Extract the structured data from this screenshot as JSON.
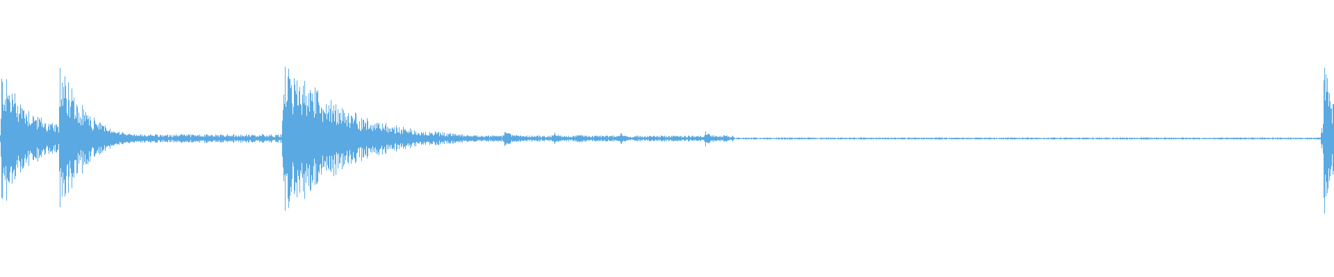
{
  "waveform": {
    "color": "#5aa9e2",
    "background": "#ffffff",
    "duration_fraction_note_removed": null,
    "onsets": [
      {
        "position": 0.0008,
        "peak": 0.82,
        "decay": 0.025
      },
      {
        "position": 0.0443,
        "peak": 1.0,
        "decay": 0.018
      },
      {
        "position": 0.0699,
        "peak": 0.18,
        "decay": 0.02
      },
      {
        "position": 0.2121,
        "peak": 0.96,
        "decay": 0.045
      },
      {
        "position": 0.2555,
        "peak": 0.12,
        "decay": 0.03
      },
      {
        "position": 0.3772,
        "peak": 0.1,
        "decay": 0.01
      },
      {
        "position": 0.4145,
        "peak": 0.08,
        "decay": 0.008
      },
      {
        "position": 0.4319,
        "peak": 0.08,
        "decay": 0.008
      },
      {
        "position": 0.4649,
        "peak": 0.07,
        "decay": 0.006
      },
      {
        "position": 0.5285,
        "peak": 0.11,
        "decay": 0.006
      },
      {
        "position": 0.5417,
        "peak": 0.05,
        "decay": 0.004
      },
      {
        "position": 0.9917,
        "peak": 0.92,
        "decay": 0.012
      }
    ],
    "noise_floor": [
      {
        "from": 0.0,
        "to": 0.22,
        "level": 0.05
      },
      {
        "from": 0.22,
        "to": 0.55,
        "level": 0.035
      },
      {
        "from": 0.55,
        "to": 0.99,
        "level": 0.012
      },
      {
        "from": 0.99,
        "to": 1.0,
        "level": 0.15
      }
    ]
  }
}
